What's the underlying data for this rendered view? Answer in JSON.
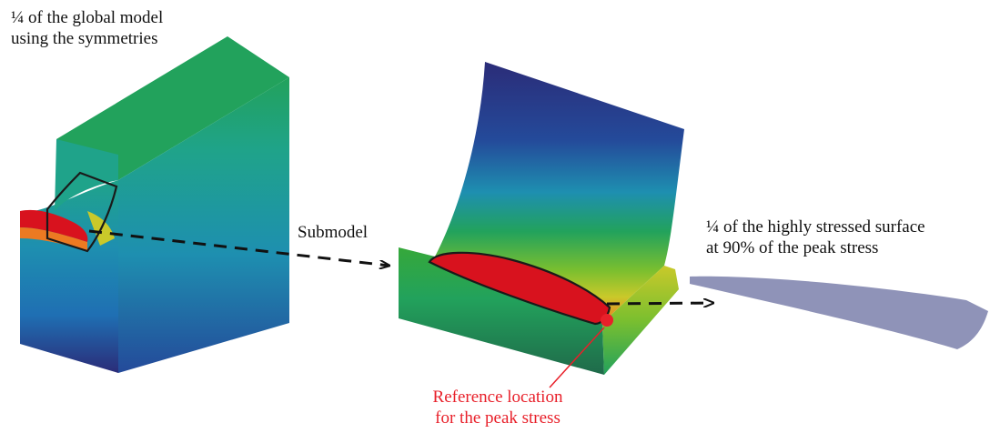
{
  "labels": {
    "global_line1": "¼ of the global model",
    "global_line2": "using the symmetries",
    "submodel": "Submodel",
    "surface_line1": "¼ of the highly stressed surface",
    "surface_line2": "at 90%  of the peak stress",
    "reference_line1": "Reference location",
    "reference_line2": "for the peak stress"
  },
  "colors": {
    "stress_high": "#d8121e",
    "stress_low": "#2b2c78",
    "surface": "#8f93b8",
    "annotation": "#e8202a",
    "outline": "#1a1a1a"
  },
  "contour_scale": [
    "#2b2c78",
    "#244a9a",
    "#1f6fb3",
    "#1e8fb0",
    "#1fa38a",
    "#22a25c",
    "#36a83a",
    "#7bbf2f",
    "#c9c92a",
    "#f0b22a",
    "#ec7a22",
    "#d8121e"
  ]
}
